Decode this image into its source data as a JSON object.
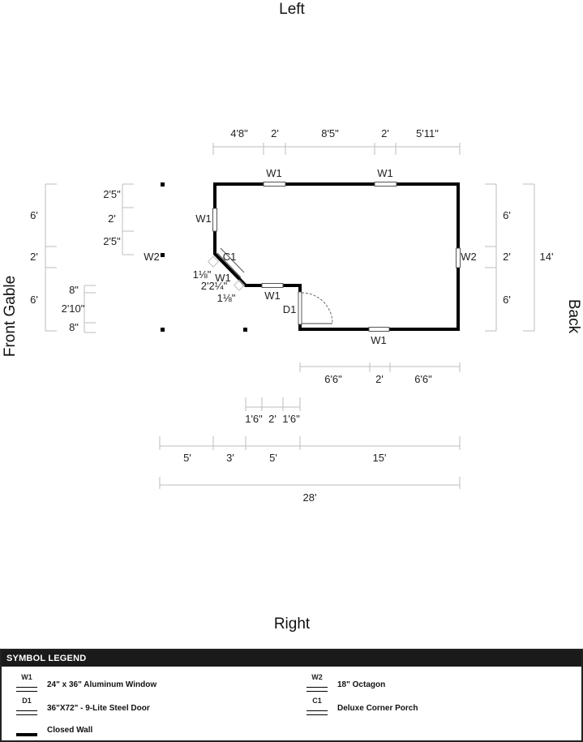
{
  "sides": {
    "top": "Left",
    "bottom": "Right",
    "left": "Front Gable",
    "right": "Back"
  },
  "labels": {
    "top_dims": [
      "4'8\"",
      "2'",
      "8'5\"",
      "2'",
      "5'11\""
    ],
    "left_outer": [
      "6'",
      "2'",
      "6'"
    ],
    "left_inner_top": [
      "2'5\"",
      "2'",
      "2'5\""
    ],
    "left_inner_bottom": [
      "8\"",
      "2'10\"",
      "8\""
    ],
    "right_inner": [
      "6'",
      "2'",
      "6'"
    ],
    "right_total": "14'",
    "bottom_right": [
      "6'6\"",
      "2'",
      "6'6\""
    ],
    "porch_front": [
      "1'6\"",
      "2'",
      "1'6\""
    ],
    "bottom_outer": [
      "5'",
      "3'",
      "5'",
      "15'"
    ],
    "total": "28'",
    "corner": [
      "1⅛\"",
      "2'2¼\"",
      "1⅛\""
    ],
    "symbols": {
      "w1_top_a": "W1",
      "w1_top_b": "W1",
      "w1_left": "W1",
      "w2_left": "W2",
      "c1": "C1",
      "w1_diag": "W1",
      "w1_porch": "W1",
      "d1": "D1",
      "w2_right": "W2",
      "w1_bottom": "W1"
    }
  },
  "legend": {
    "title": "SYMBOL LEGEND",
    "items": [
      {
        "code": "W1",
        "text": "24\" x 36\" Aluminum Window"
      },
      {
        "code": "W2",
        "text": "18\" Octagon"
      },
      {
        "code": "D1",
        "text": "36\"X72\" - 9-Lite Steel Door"
      },
      {
        "code": "C1",
        "text": "Deluxe Corner Porch"
      },
      {
        "code": "",
        "text": "Closed Wall"
      }
    ]
  }
}
